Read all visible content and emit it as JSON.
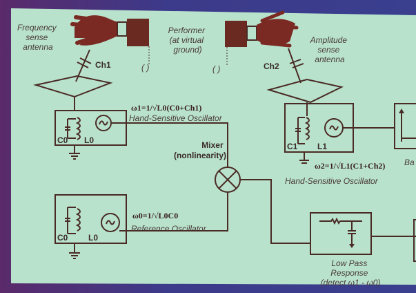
{
  "labels": {
    "freq_antenna": [
      "Frequency",
      "sense",
      "antenna"
    ],
    "performer": [
      "Performer",
      "(at virtual",
      "ground)"
    ],
    "amp_antenna": [
      "Amplitude",
      "sense",
      "antenna"
    ],
    "ch1": "Ch1",
    "ch2": "Ch2",
    "mixer": [
      "Mixer",
      "(nonlinearity)"
    ],
    "lpf": [
      "Low Pass",
      "Response",
      "(detect ω1 - ω0)"
    ],
    "truncated_box": "Ba"
  },
  "oscillators": [
    {
      "formula": "ω1=1/√L0(C0+Ch1)",
      "title": "Hand-Sensitive Oscillator",
      "c": "C0",
      "l": "L0"
    },
    {
      "formula": "ω0=1/√L0C0",
      "title": "Reference Oscillator",
      "c": "C0",
      "l": "L0"
    },
    {
      "formula": "ω2=1/√L1(C1+Ch2)",
      "title": "Hand-Sensitive Oscillator",
      "c": "C1",
      "l": "L1"
    }
  ],
  "colors": {
    "slide": "#b8e2cc",
    "ink": "#4a2a25",
    "hand": "#7a2a22"
  }
}
